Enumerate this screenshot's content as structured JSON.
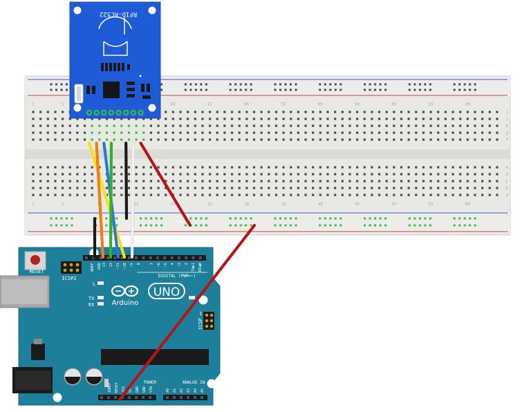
{
  "rfid": {
    "label": "RFID-RC522",
    "pin_count": 8
  },
  "breadboard": {
    "column_numbers": [
      "1",
      "5",
      "10",
      "15",
      "20",
      "25",
      "30",
      "35",
      "40",
      "45",
      "50",
      "55",
      "60"
    ],
    "row_letters_top": [
      "j",
      "i",
      "h",
      "g",
      "f"
    ],
    "row_letters_bottom": [
      "e",
      "d",
      "c",
      "b",
      "a"
    ],
    "rail_red": "#d23a3a",
    "rail_blue": "#3a58c4"
  },
  "arduino": {
    "reset_label": "RESET",
    "icsp2_label": "ICSP2",
    "icsp_label": "ICSP",
    "brand": "Arduino",
    "model": "UNO",
    "digital_label": "DIGITAL (PWM=~)",
    "power_label": "POWER",
    "analog_label": "ANALOG IN",
    "led_l": "L",
    "led_tx": "TX",
    "led_rx": "RX",
    "led_on": "ON",
    "icsp_pin1": "1",
    "tx_pin_label": "TX▶1",
    "rx_pin_label": "RX◀0",
    "digital_pins": [
      "AREF",
      "GND",
      "13",
      "12",
      "~11",
      "~10",
      "~9",
      "8",
      "7",
      "~6",
      "~5",
      "4",
      "~3",
      "2"
    ],
    "power_pins": [
      "IOREF",
      "RESET",
      "3V3",
      "5V",
      "GND",
      "GND",
      "VIN"
    ],
    "analog_pins": [
      "A0",
      "A1",
      "A2",
      "A3",
      "A4",
      "A5"
    ],
    "board_color": "#1d7f99"
  },
  "wires": [
    {
      "color": "#f2e317",
      "from": "rfid-sda",
      "to": "pin-10"
    },
    {
      "color": "#ee7d1c",
      "from": "rfid-sck",
      "to": "pin-13"
    },
    {
      "color": "#2f76d2",
      "from": "rfid-mosi",
      "to": "pin-11"
    },
    {
      "color": "#2fb22f",
      "from": "rfid-miso",
      "to": "pin-12"
    },
    {
      "color": "#1a1a1a",
      "from": "rfid-gnd",
      "to": "rail-gnd"
    },
    {
      "color": "#f4f4f4",
      "from": "rfid-rst",
      "to": "pin-9"
    },
    {
      "color": "#b3161b",
      "from": "rfid-3v3",
      "to": "rail-3v3"
    },
    {
      "color": "#1a1a1a",
      "from": "rail-gnd",
      "to": "pin-gnd"
    },
    {
      "color": "#b3161b",
      "from": "rail-3v3",
      "to": "3v3-pin"
    }
  ]
}
